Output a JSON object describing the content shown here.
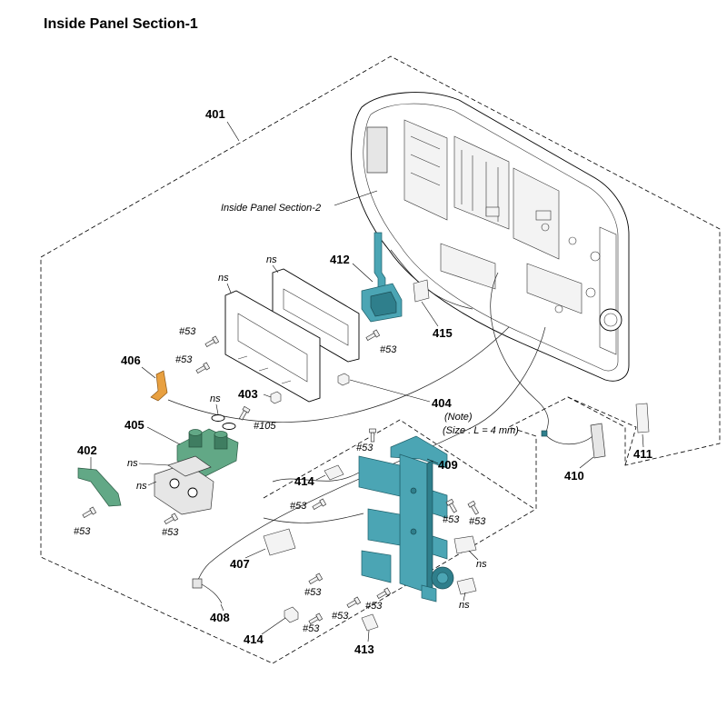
{
  "title": "Inside Panel Section-1",
  "cross_reference": "Inside Panel Section-2",
  "part_labels": {
    "p401": "401",
    "p402": "402",
    "p403": "403",
    "p404": "404",
    "p405": "405",
    "p406": "406",
    "p407": "407",
    "p408": "408",
    "p409": "409",
    "p410": "410",
    "p411": "411",
    "p412": "412",
    "p413": "413",
    "p414a": "414",
    "p414b": "414",
    "p415": "415"
  },
  "note_404": {
    "note": "(Note)",
    "size": "(Size : L = 4 mm)"
  },
  "screw_105": "#105",
  "screw_53": [
    "#53",
    "#53",
    "#53",
    "#53",
    "#53",
    "#53",
    "#53",
    "#53",
    "#53",
    "#53",
    "#53",
    "#53",
    "#53"
  ],
  "ns_labels": [
    "ns",
    "ns",
    "ns",
    "ns",
    "ns",
    "ns",
    "ns"
  ],
  "colors": {
    "teal": "#4ba5b4",
    "teal_dark": "#2f7f8c",
    "green": "#62a886",
    "green_dark": "#3f7d61",
    "orange": "#e8a040",
    "part_gray": "#e6e6e6"
  }
}
